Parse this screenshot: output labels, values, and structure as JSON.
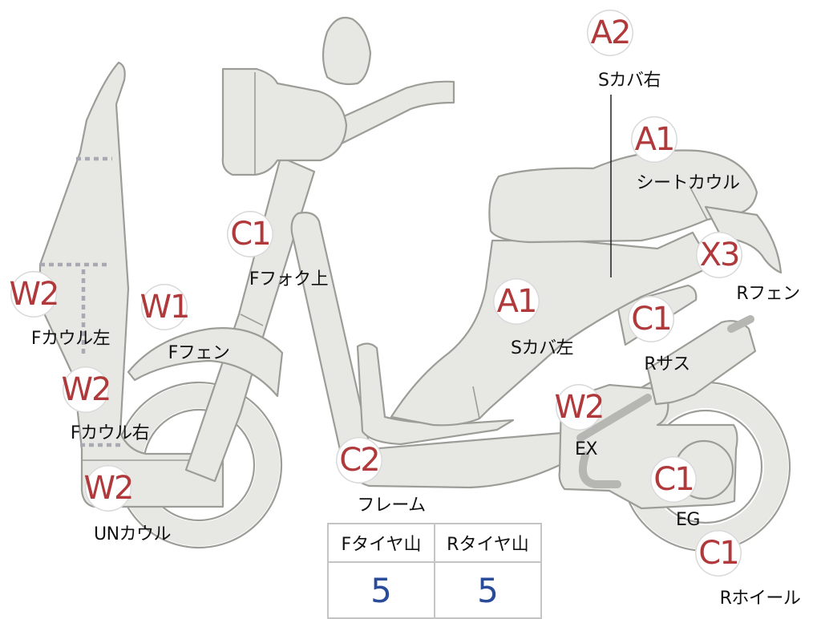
{
  "diagram": {
    "callouts": [
      {
        "id": "s-cover-right",
        "code": "A2",
        "label": "Sカバ右"
      },
      {
        "id": "seat-cowl",
        "code": "A1",
        "label": "シートカウル"
      },
      {
        "id": "rear-fender",
        "code": "X3",
        "label": "Rフェン"
      },
      {
        "id": "side-cover-left",
        "code": "A1",
        "label": "Sカバ左"
      },
      {
        "id": "rear-suspension",
        "code": "C1",
        "label": "Rサス"
      },
      {
        "id": "exhaust",
        "code": "W2",
        "label": "EX"
      },
      {
        "id": "engine",
        "code": "C1",
        "label": "EG"
      },
      {
        "id": "rear-wheel",
        "code": "C1",
        "label": "Rホイール"
      },
      {
        "id": "frame",
        "code": "C2",
        "label": "フレーム"
      },
      {
        "id": "front-fork-upper",
        "code": "C1",
        "label": "Fフォク上"
      },
      {
        "id": "front-fender",
        "code": "W1",
        "label": "Fフェン"
      },
      {
        "id": "front-cowl-left",
        "code": "W2",
        "label": "Fカウル左"
      },
      {
        "id": "front-cowl-right",
        "code": "W2",
        "label": "Fカウル右"
      },
      {
        "id": "under-cowl",
        "code": "W2",
        "label": "UNカウル"
      }
    ]
  },
  "tread_table": {
    "headers": [
      "Fタイヤ山",
      "Rタイヤ山"
    ],
    "values": [
      "5",
      "5"
    ]
  },
  "colors": {
    "code_text": "#b0393b",
    "value_text": "#2a4a9a",
    "part_fill": "#e7e7e3",
    "part_stroke": "#9d9d98"
  }
}
